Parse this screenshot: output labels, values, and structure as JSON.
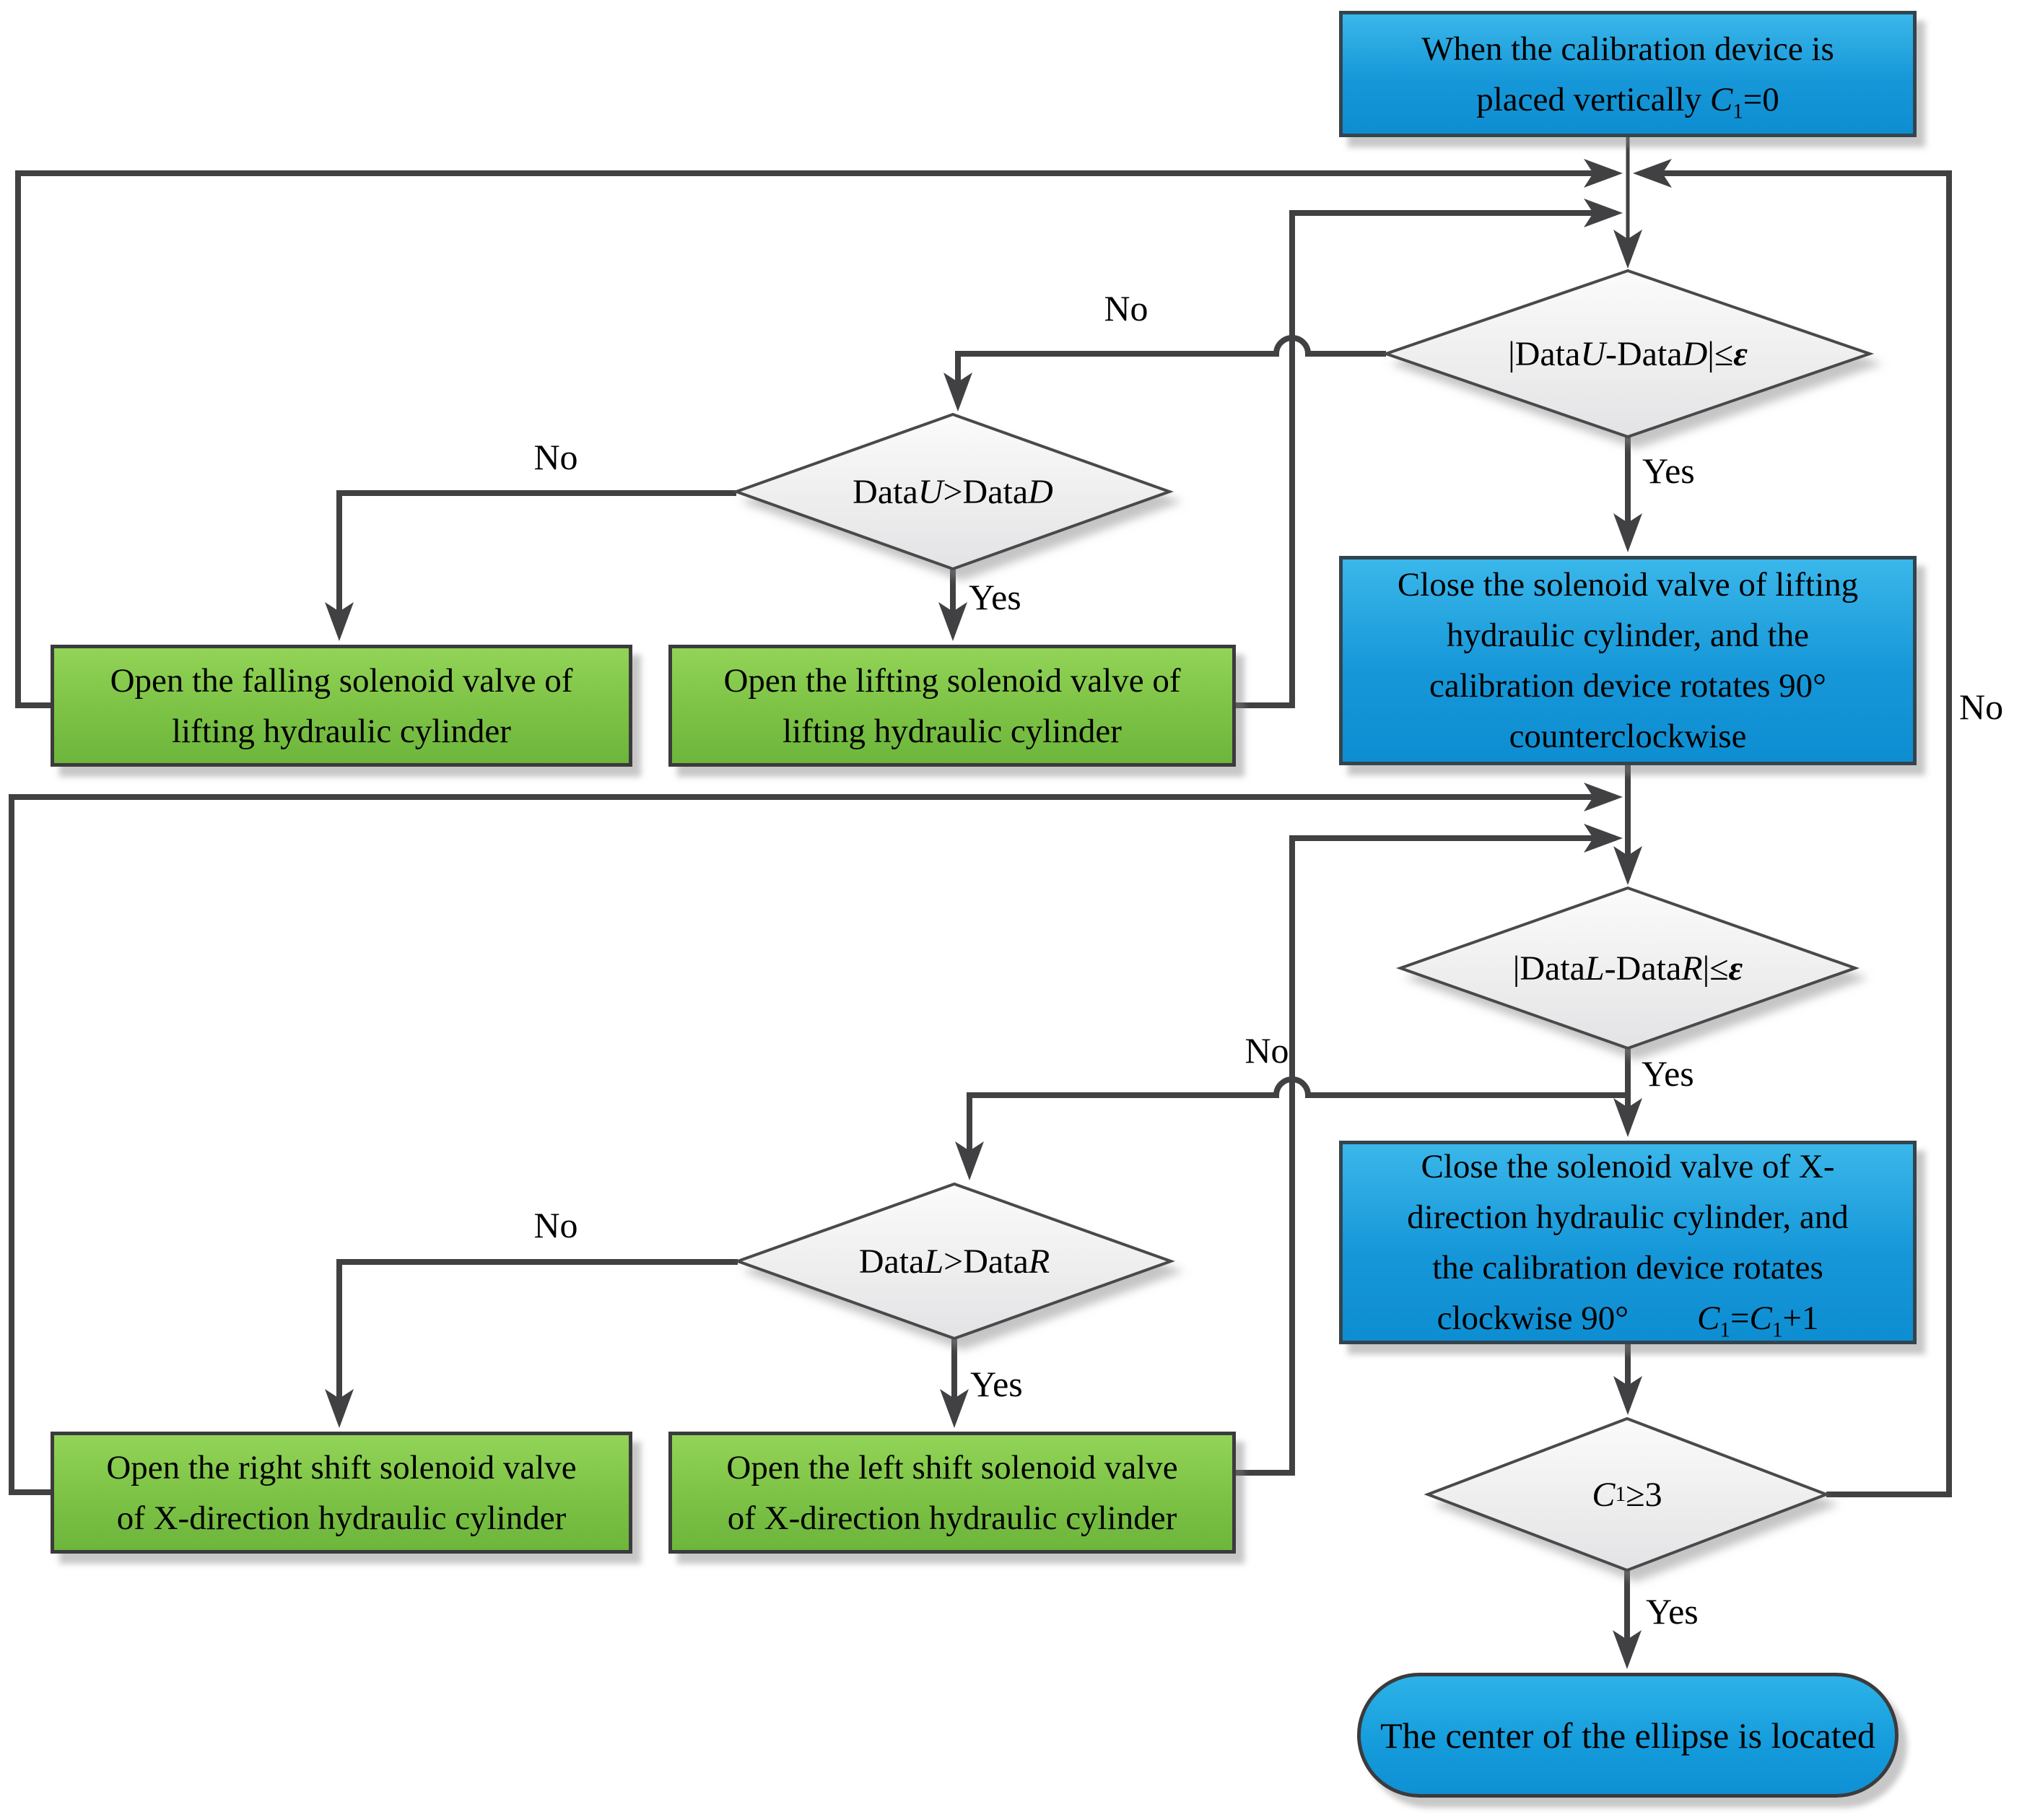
{
  "colors": {
    "process_blue_top": "#3ab7ea",
    "process_blue_bottom": "#0e8ed2",
    "green_top": "#92d457",
    "green_bottom": "#6db63c",
    "diamond_fill_top": "#fbfbfb",
    "diamond_fill_bottom": "#e3e3e5",
    "line": "#414042",
    "text": "#000000"
  },
  "nodes": {
    "start": {
      "l1": "When the calibration device is",
      "l2a": "placed vertically ",
      "c": "C",
      "csub": "1",
      "l2b": "=0"
    },
    "d1": {
      "pre": "|Data",
      "v1": "U",
      "mid": "-Data",
      "v2": "D",
      "post": "|≤",
      "eps": "ε"
    },
    "d2": {
      "pre": "Data",
      "v1": "U",
      "mid": ">Data",
      "v2": "D",
      "post": "",
      "eps": ""
    },
    "p1": {
      "l1": "Close the solenoid valve of lifting",
      "l2": "hydraulic cylinder, and the",
      "l3": "calibration device rotates 90°",
      "l4": "counterclockwise"
    },
    "g1": {
      "l1": "Open the falling solenoid valve of",
      "l2": "lifting hydraulic cylinder"
    },
    "g2": {
      "l1": "Open the lifting solenoid valve of",
      "l2": "lifting hydraulic cylinder"
    },
    "d3": {
      "pre": "|Data",
      "v1": "L",
      "mid": "-Data",
      "v2": "R",
      "post": "|≤",
      "eps": "ε"
    },
    "d4": {
      "pre": "Data",
      "v1": "L",
      "mid": ">Data",
      "v2": "R",
      "post": "",
      "eps": ""
    },
    "p2": {
      "l1": "Close the solenoid valve of X-",
      "l2": "direction hydraulic cylinder, and",
      "l3": "the calibration device rotates",
      "l4a": "clockwise 90°",
      "c": "C",
      "csub": "1",
      "l4b": "=",
      "l4c": "+1"
    },
    "g3": {
      "l1": "Open the right shift solenoid valve",
      "l2": "of X-direction hydraulic cylinder"
    },
    "g4": {
      "l1": "Open the left shift solenoid valve",
      "l2": "of X-direction hydraulic cylinder"
    },
    "d5": {
      "c": "C",
      "csub": "1",
      "op": "≥3"
    },
    "end": {
      "l1": "The center of the ellipse is located"
    }
  },
  "edges": {
    "d1_yes": "Yes",
    "d1_no": "No",
    "d2_yes": "Yes",
    "d2_no": "No",
    "d3_yes": "Yes",
    "d3_no": "No",
    "d4_yes": "Yes",
    "d4_no": "No",
    "d5_yes": "Yes",
    "d5_no": "No"
  }
}
